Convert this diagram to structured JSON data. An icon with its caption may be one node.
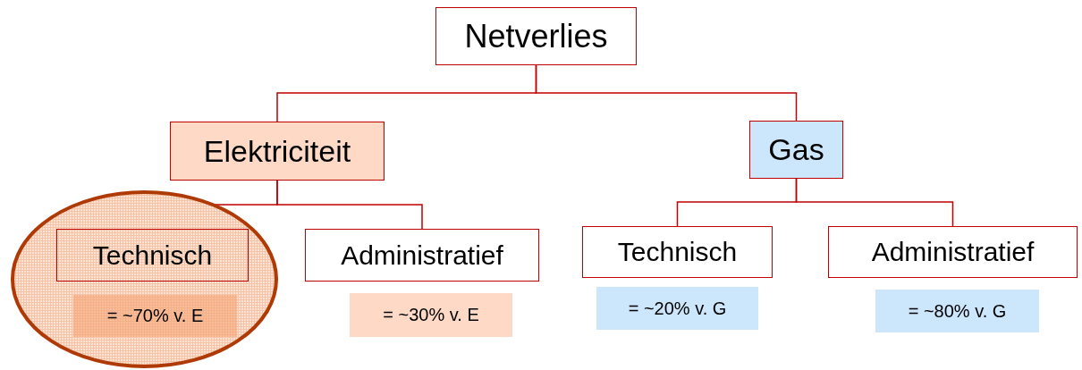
{
  "diagram": {
    "nodes": [
      {
        "text": [
          "Netverlies"
        ]
      },
      {
        "text": [
          "Elektriciteit"
        ]
      },
      {
        "text": [
          "Gas"
        ]
      },
      {
        "text": [],
        "shape": "ellipse"
      },
      {
        "text": [
          "Technisch"
        ],
        "in": 3
      },
      {
        "text": [
          "= ~70% v. E"
        ],
        "in": 3
      },
      {
        "text": [
          "Administratief"
        ]
      },
      {
        "text": [
          "= ~30% v. E"
        ]
      },
      {
        "text": [
          "Technisch"
        ]
      },
      {
        "text": [
          "Administratief"
        ]
      },
      {
        "text": [
          "= ~20% v. G"
        ]
      },
      {
        "text": [
          "= ~80% v. G"
        ]
      }
    ],
    "edges": [
      {
        "from": 0,
        "to": 1,
        "arrow": "none"
      },
      {
        "from": 0,
        "to": 2,
        "arrow": "none"
      },
      {
        "from": 1,
        "to": 4,
        "arrow": "none"
      },
      {
        "from": 1,
        "to": 6,
        "arrow": "none"
      },
      {
        "from": 2,
        "to": 8,
        "arrow": "none"
      },
      {
        "from": 2,
        "to": 9,
        "arrow": "none"
      }
    ]
  }
}
